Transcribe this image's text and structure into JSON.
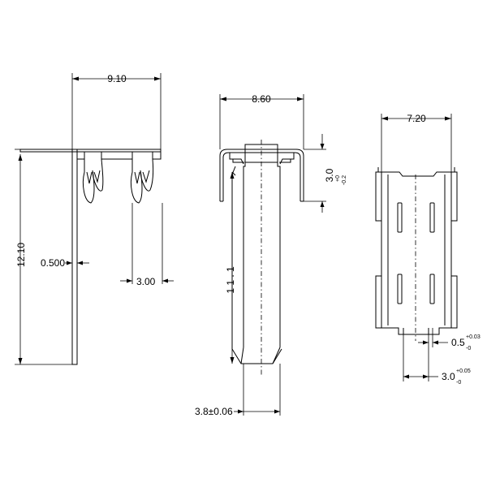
{
  "views": {
    "side": {
      "width_label": "9.10",
      "height_label": "12.10",
      "thickness_label": "0.500",
      "pitch_label": "3.00"
    },
    "front": {
      "width_label": "8.60",
      "height_label": "3.0",
      "height_tol_upper": "+0",
      "height_tol_lower": "-0.2",
      "length_label": "1 1 . 1",
      "pin_width_label": "3.8±0.06"
    },
    "top": {
      "width_label": "7.20",
      "slot_label": "0.5",
      "slot_tol_upper": "+0.03",
      "slot_tol_lower": "-0",
      "tab_label": "3.0",
      "tab_tol_upper": "+0.05",
      "tab_tol_lower": "-0"
    }
  }
}
